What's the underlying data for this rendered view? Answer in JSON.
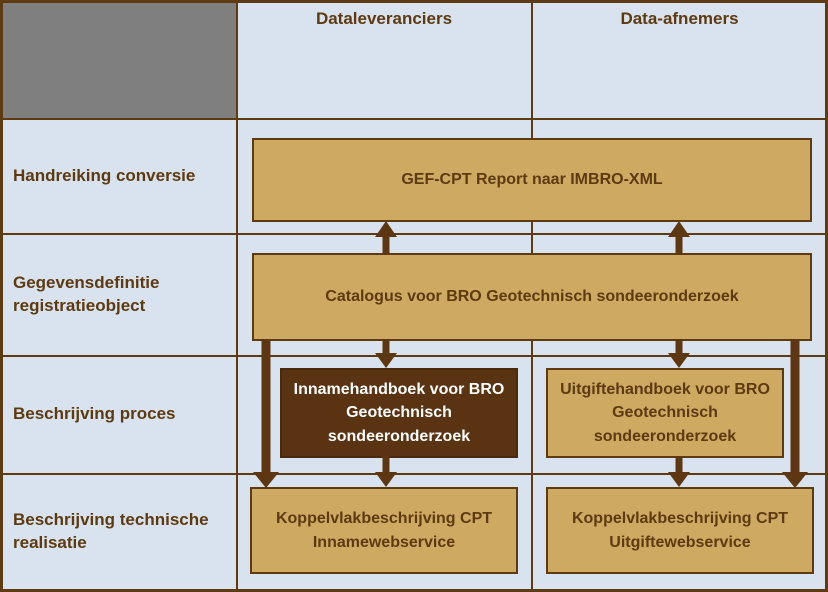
{
  "diagram": {
    "title_hint": "BRO Geotechnisch sondeeronderzoek documentatie-overzicht",
    "columns": [
      {
        "label": "Dataleveranciers"
      },
      {
        "label": "Data-afnemers"
      }
    ],
    "rows": [
      {
        "label": "Handreiking conversie"
      },
      {
        "label": "Gegevensdefinitie registratieobject"
      },
      {
        "label": "Beschrijving proces"
      },
      {
        "label": "Beschrijving technische realisatie"
      }
    ],
    "boxes": {
      "gef_cpt": {
        "label": "GEF-CPT Report naar IMBRO-XML",
        "row": "Handreiking conversie",
        "span": "both-columns",
        "style": "tan"
      },
      "catalogus": {
        "label": "Catalogus voor BRO Geotechnisch sondeeronderzoek",
        "row": "Gegevensdefinitie registratieobject",
        "span": "both-columns",
        "style": "tan"
      },
      "innamehandboek": {
        "label": "Innamehandboek voor BRO Geotechnisch sondeeronderzoek",
        "row": "Beschrijving proces",
        "column": "Dataleveranciers",
        "style": "dark-highlight"
      },
      "uitgiftehandboek": {
        "label": "Uitgiftehandboek voor BRO Geotechnisch sondeeronderzoek",
        "row": "Beschrijving proces",
        "column": "Data-afnemers",
        "style": "tan"
      },
      "koppelvlak_inname": {
        "label": "Koppelvlakbeschrijving CPT Innamewebservice",
        "row": "Beschrijving technische realisatie",
        "column": "Dataleveranciers",
        "style": "tan"
      },
      "koppelvlak_uitgifte": {
        "label": "Koppelvlakbeschrijving CPT Uitgiftewebservice",
        "row": "Beschrijving technische realisatie",
        "column": "Data-afnemers",
        "style": "tan"
      }
    },
    "arrows": [
      {
        "from": "catalogus",
        "to": "gef_cpt",
        "direction": "up",
        "column": "Dataleveranciers"
      },
      {
        "from": "catalogus",
        "to": "gef_cpt",
        "direction": "up",
        "column": "Data-afnemers"
      },
      {
        "from": "catalogus",
        "to": "innamehandboek",
        "direction": "down",
        "column": "Dataleveranciers"
      },
      {
        "from": "catalogus",
        "to": "uitgiftehandboek",
        "direction": "down",
        "column": "Data-afnemers"
      },
      {
        "from": "innamehandboek",
        "to": "koppelvlak_inname",
        "direction": "down",
        "column": "Dataleveranciers"
      },
      {
        "from": "uitgiftehandboek",
        "to": "koppelvlak_uitgifte",
        "direction": "down",
        "column": "Data-afnemers"
      },
      {
        "from": "catalogus",
        "to": "koppelvlak_inname",
        "direction": "down",
        "route": "bypass-left-of-innamehandboek"
      },
      {
        "from": "catalogus",
        "to": "koppelvlak_uitgifte",
        "direction": "down",
        "route": "bypass-right-of-uitgiftehandboek"
      }
    ],
    "colors": {
      "cell_background": "#D8E3EF",
      "grid_border": "#5E3A10",
      "header_cell_gray": "#7F7F7F",
      "box_fill_tan": "#CDA962",
      "box_fill_dark": "#5A3312",
      "box_border": "#5E3A10",
      "text_brown": "#5E3A10",
      "text_light": "#FFFFFF",
      "arrow": "#5C3711"
    }
  }
}
